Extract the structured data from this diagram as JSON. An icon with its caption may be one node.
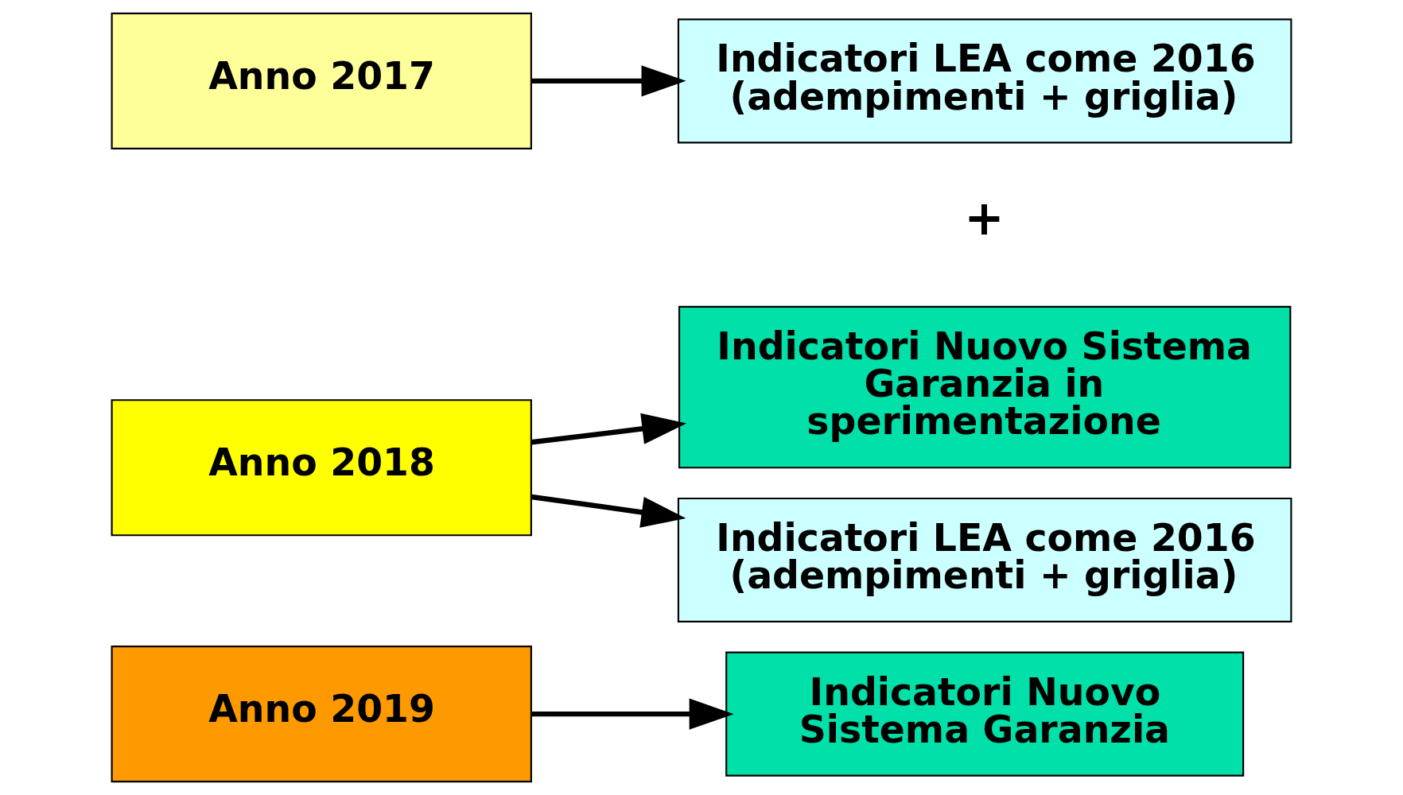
{
  "diagram": {
    "nodes": [
      {
        "text": [
          "Anno 2017"
        ]
      },
      {
        "text": [
          "Indicatori LEA come 2016 (adempimenti + griglia)"
        ]
      },
      {
        "text": [
          "Anno 2018"
        ]
      },
      {
        "text": [
          "Indicatori LEA come 2016 (adempimenti + griglia)"
        ]
      },
      {
        "text": [
          "Indicatori Nuovo Sistema Garanzia in sperimentazione"
        ]
      },
      {
        "text": [
          "Anno 2019"
        ]
      },
      {
        "text": [
          "Indicatori Nuovo Sistema Garanzia"
        ]
      }
    ],
    "edges": [
      {
        "from": 0,
        "to": 1,
        "arrow": "to"
      },
      {
        "from": 2,
        "to": 3,
        "arrow": "to"
      },
      {
        "from": 2,
        "to": 4,
        "arrow": "to"
      },
      {
        "from": 5,
        "to": 6,
        "arrow": "to"
      }
    ],
    "labels": [
      "+"
    ]
  }
}
